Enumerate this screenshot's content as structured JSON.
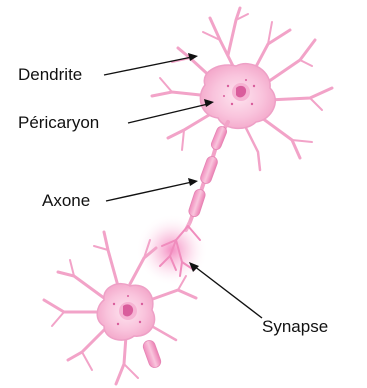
{
  "labels": {
    "dendrite": "Dendrite",
    "pericaryon": "Péricaryon",
    "axone": "Axone",
    "synapse": "Synapse"
  },
  "colors": {
    "cell_fill": "#f7b6d2",
    "cell_outline": "#e585b4",
    "nucleus": "#d95d9c",
    "glow": "#f27ab8",
    "text": "#111111"
  }
}
